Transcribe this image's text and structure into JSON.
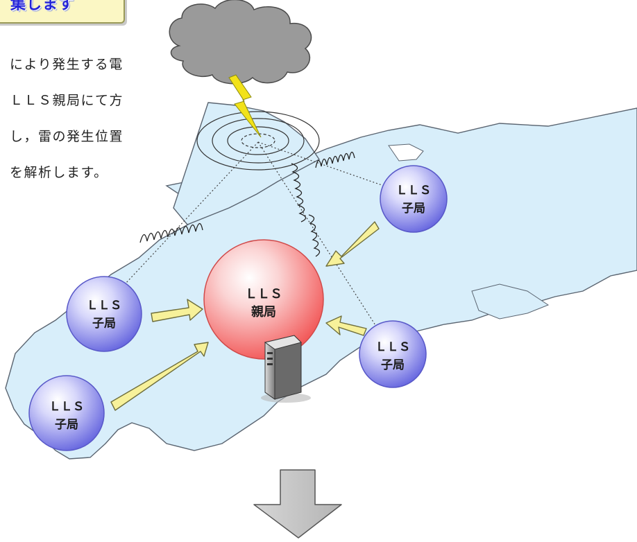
{
  "header": {
    "title": "集します"
  },
  "description": {
    "lines": [
      "により発生する電",
      "ＬＬＳ親局にて方",
      "し，雷の発生位置",
      "を解析します。"
    ]
  },
  "diagram": {
    "master_station": {
      "line1": "ＬＬＳ",
      "line2": "親局"
    },
    "sub_stations": [
      {
        "line1": "ＬＬＳ",
        "line2": "子局"
      },
      {
        "line1": "ＬＬＳ",
        "line2": "子局"
      },
      {
        "line1": "ＬＬＳ",
        "line2": "子局"
      },
      {
        "line1": "ＬＬＳ",
        "line2": "子局"
      }
    ]
  },
  "colors": {
    "master_fill": "#f25a5a",
    "sub_fill": "#6a6ae0",
    "land": "#d8eefa",
    "coast": "#5a6470",
    "arrow_fill": "#f7f19a",
    "cloud": "#9a9a9a",
    "bolt": "#f2e21a",
    "down_arrow": "#c6c6c6"
  },
  "icons": {
    "weather": "thundercloud-icon",
    "server": "server-icon",
    "navigation": "down-arrow-icon"
  }
}
